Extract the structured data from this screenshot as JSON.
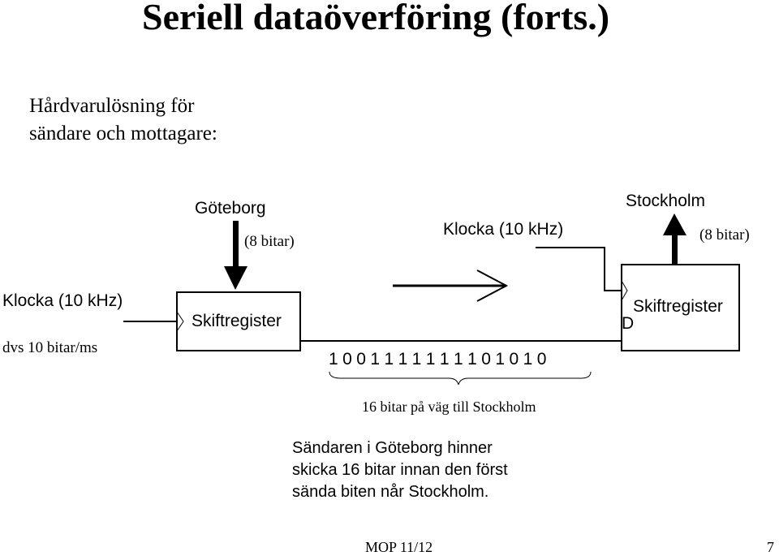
{
  "title": "Seriell dataöverföring (forts.)",
  "intro": {
    "line1": "Hårdvarulösning för",
    "line2": "sändare och mottagare:"
  },
  "sender": {
    "city": "Göteborg",
    "bits": "(8 bitar)",
    "register": "Skiftregister"
  },
  "receiver": {
    "city": "Stockholm",
    "bits": "(8 bitar)",
    "register": "Skiftregister",
    "d_label": "D"
  },
  "clock": {
    "top_label": "Klocka  (10 kHz)",
    "left_label": "Klocka  (10 kHz)",
    "rate": "dvs 10 bitar/ms"
  },
  "line": {
    "bitstream": "1 0 0 1 1 1 1 1 1 1 1 0 1 0 1 0",
    "note": "16 bitar på väg till Stockholm"
  },
  "explanation": {
    "line1": "Sändaren i Göteborg hinner",
    "line2": "skicka 16 bitar innan den först",
    "line3": "sända biten når Stockholm."
  },
  "footer": {
    "course": "MOP 11/12",
    "page": "7"
  }
}
